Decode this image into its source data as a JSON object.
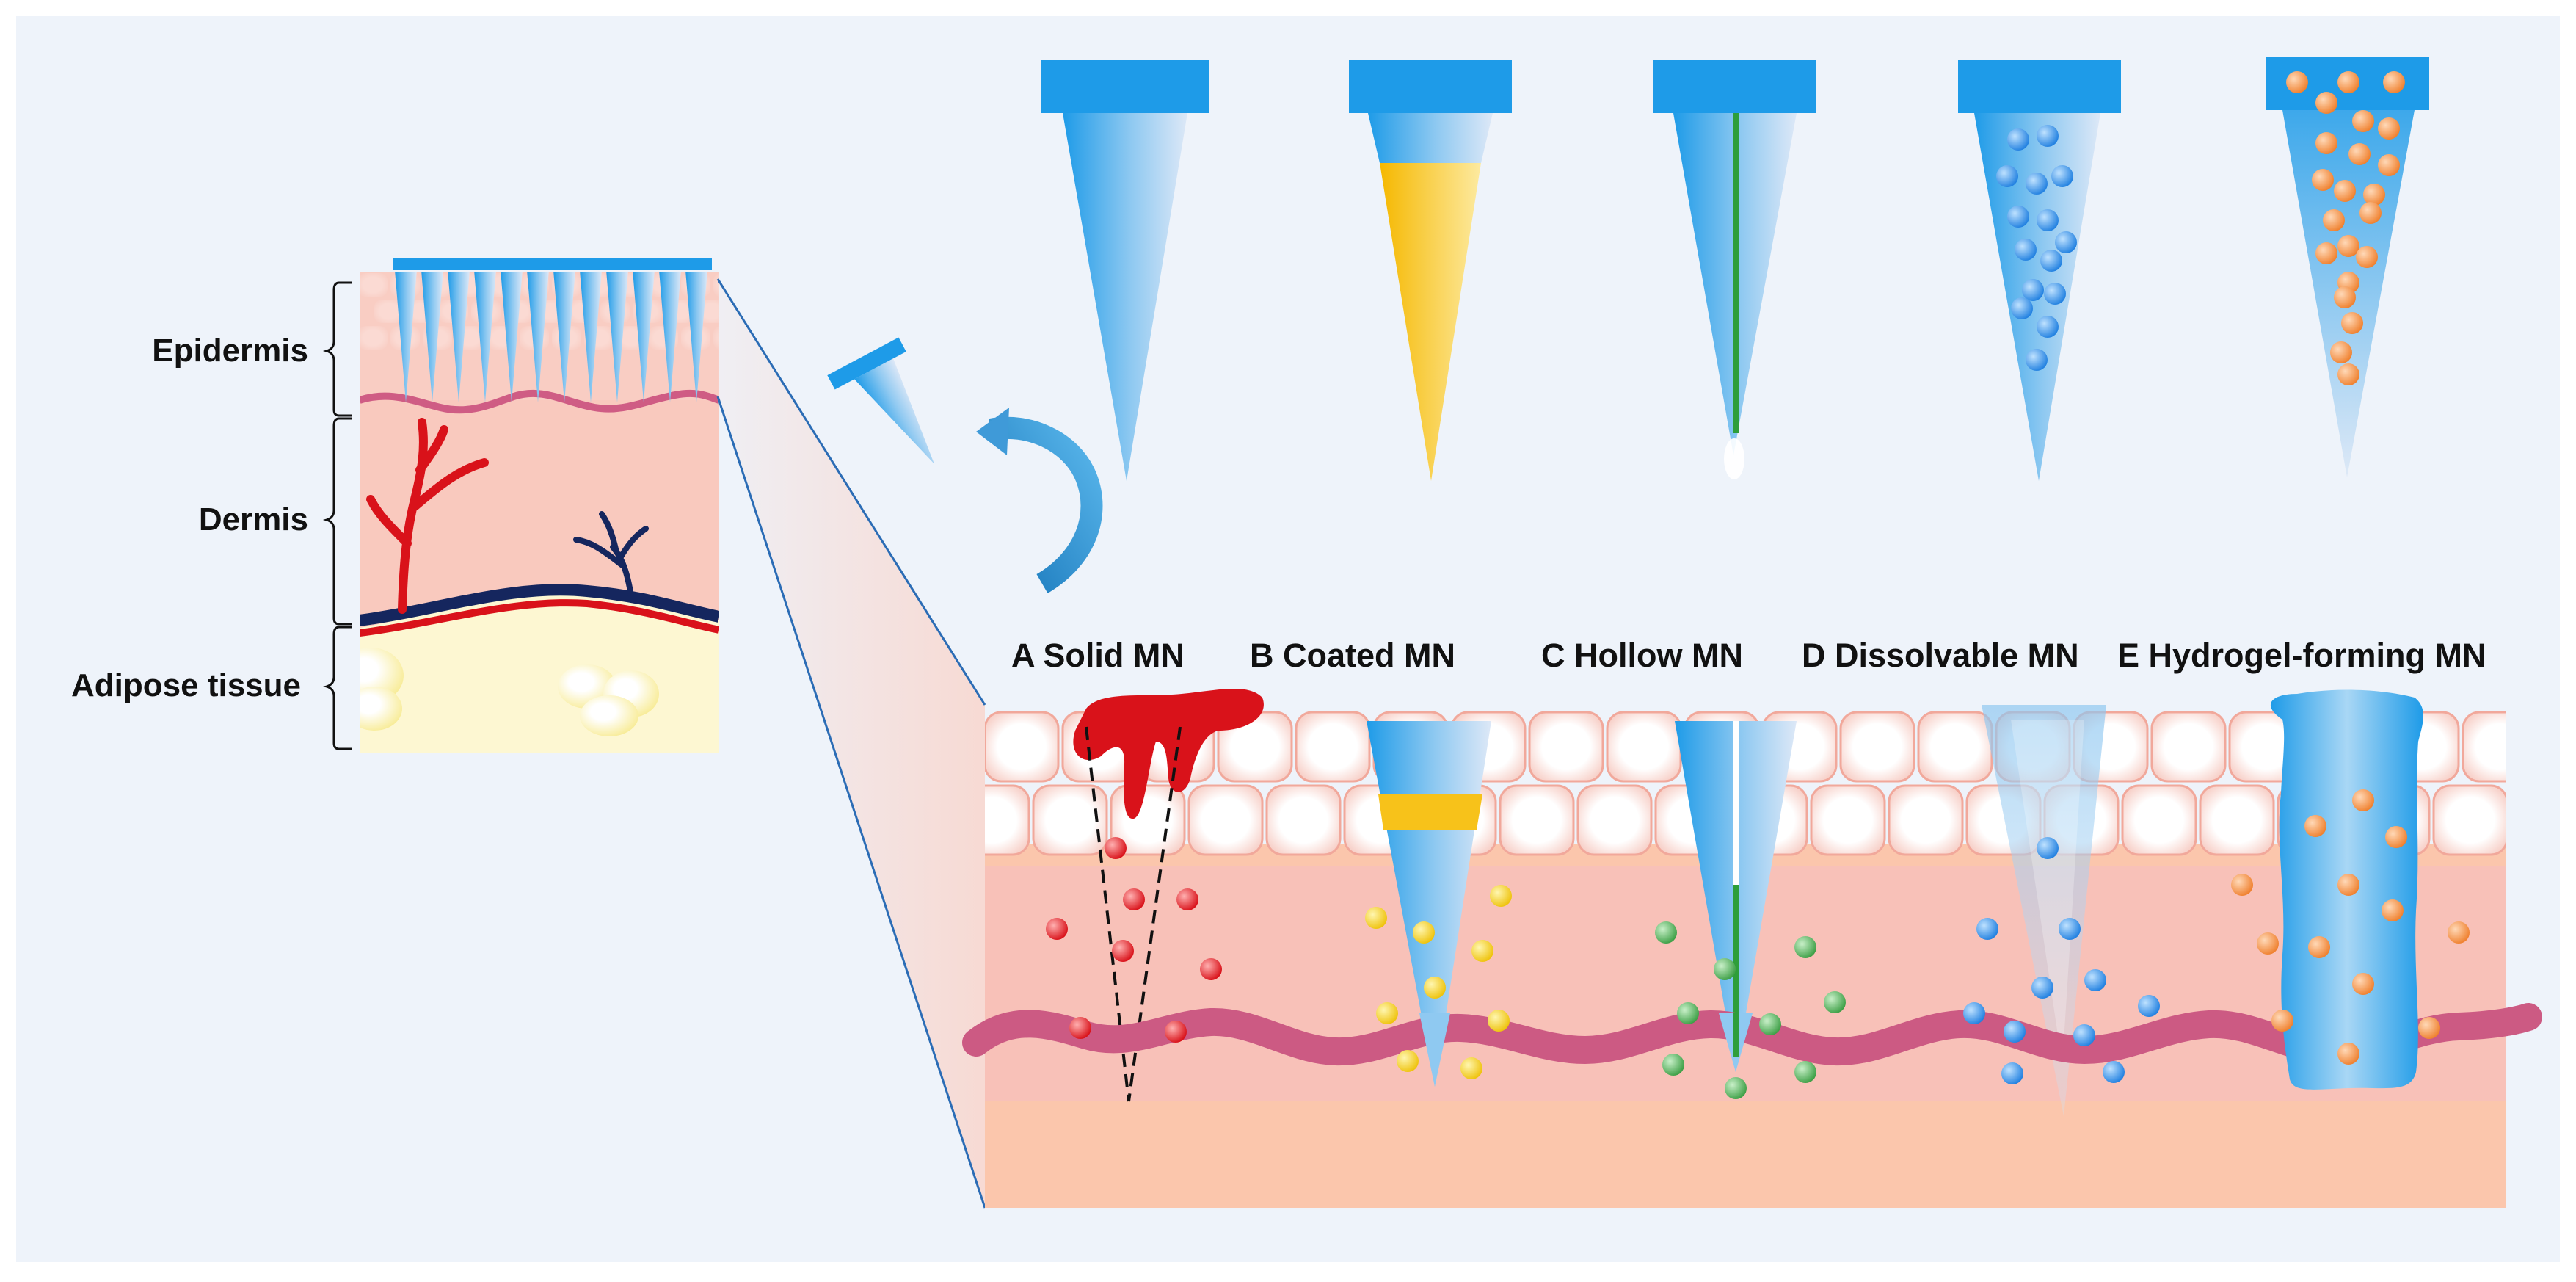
{
  "skin_layers": {
    "epidermis": "Epidermis",
    "dermis": "Dermis",
    "adipose": "Adipose tissue"
  },
  "microneedle_types": [
    {
      "letter": "A",
      "name": "Solid MN",
      "label": "A Solid MN"
    },
    {
      "letter": "B",
      "name": "Coated MN",
      "label": "B Coated MN"
    },
    {
      "letter": "C",
      "name": "Hollow MN",
      "label": "C Hollow MN"
    },
    {
      "letter": "D",
      "name": "Dissolvable MN",
      "label": "D Dissolvable MN"
    },
    {
      "letter": "E",
      "name": "Hydrogel-forming MN",
      "label": "E Hydrogel-forming MN"
    }
  ],
  "colors": {
    "background_panel": "#eef3fa",
    "needle_blue": "#1e9be8",
    "coating_yellow": "#f7c21a",
    "hollow_green": "#2e9e3a",
    "dissolve_dot_blue": "#2f8ee6",
    "hydrogel_dot_orange": "#f59a4e",
    "solid_drug_red": "#d9121a",
    "epidermis_cell": "#f8d6d0",
    "dermis": "#f8c2b6",
    "basement_wave": "#cf5c84",
    "subcutis": "#fbc9a8",
    "adipose": "#fdf6cf",
    "artery": "#d9121a",
    "vein": "#15265e"
  }
}
